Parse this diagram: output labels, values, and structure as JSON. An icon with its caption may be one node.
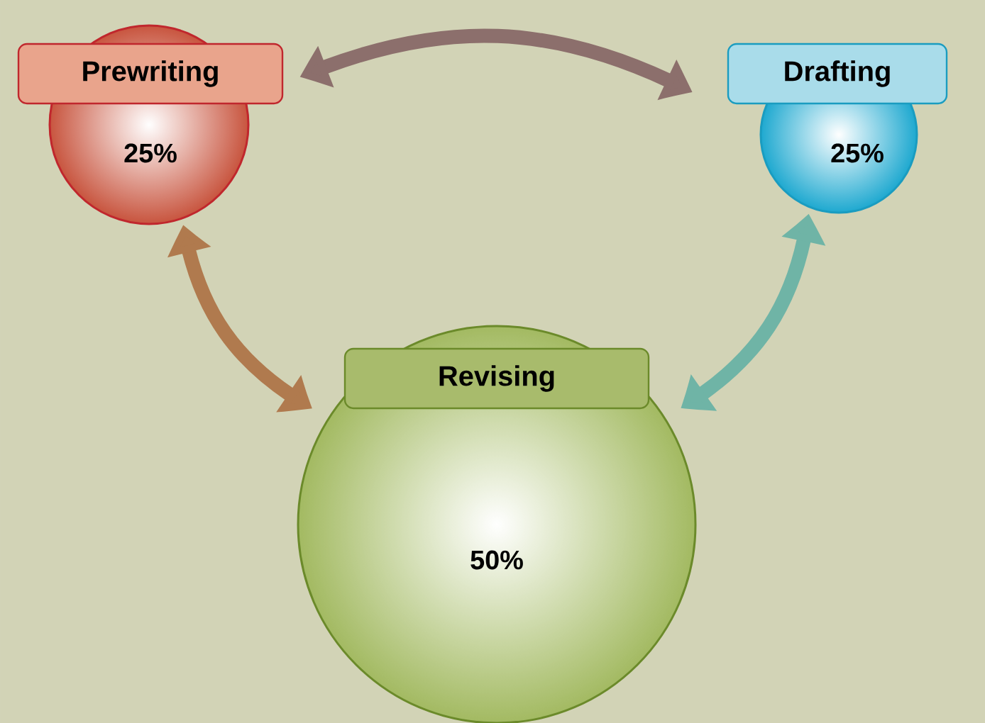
{
  "diagram": {
    "nodes": [
      {
        "text": [
          "Prewriting",
          "25%"
        ]
      },
      {
        "text": [
          "Drafting",
          "25%"
        ]
      },
      {
        "text": [
          "Revising",
          "50%"
        ]
      }
    ],
    "edges": [
      {
        "from": 0,
        "to": 1,
        "arrow": "both",
        "color": "#8c6f6c"
      },
      {
        "from": 0,
        "to": 2,
        "arrow": "both",
        "color": "#b07a4e"
      },
      {
        "from": 1,
        "to": 2,
        "arrow": "both",
        "color": "#6fb4a6"
      }
    ]
  }
}
